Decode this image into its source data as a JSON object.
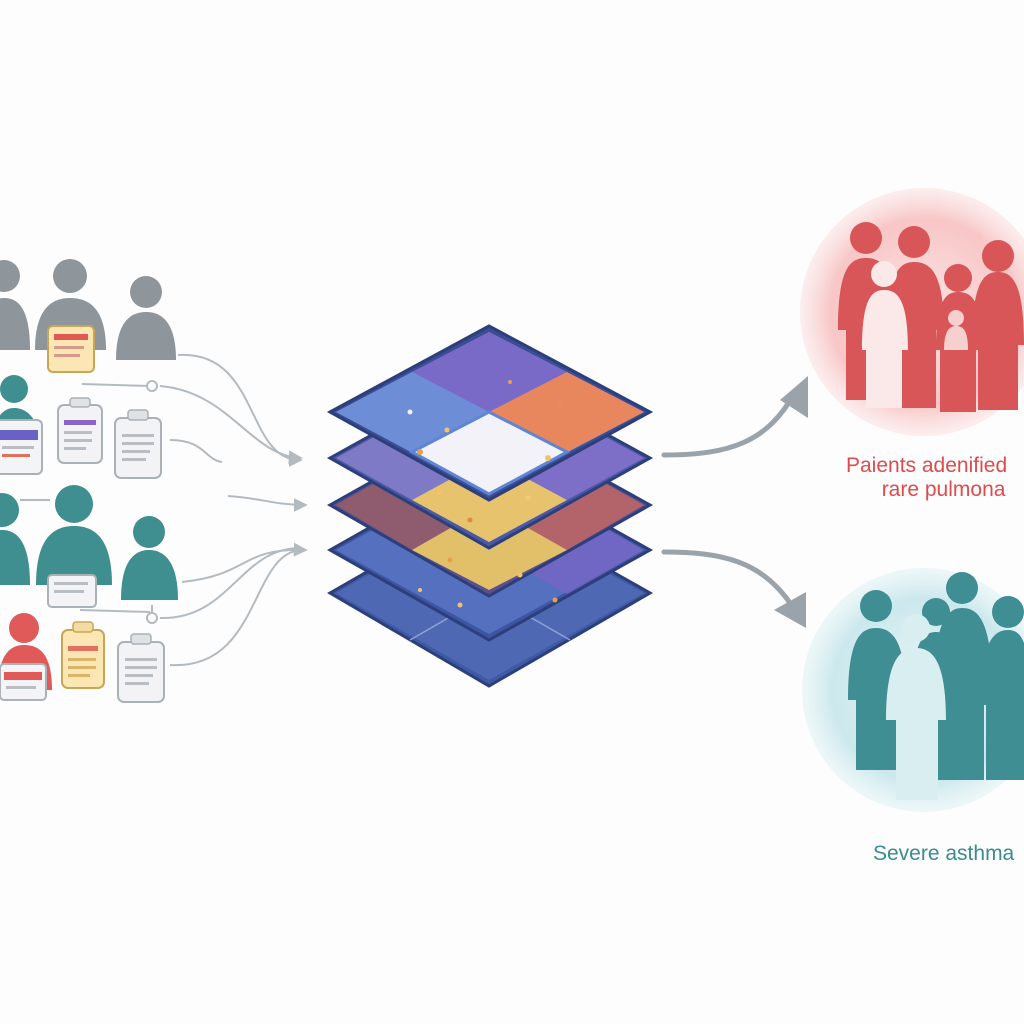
{
  "colors": {
    "background": "#fdfdfd",
    "gray_person": "#8e969c",
    "teal_person": "#3f8f91",
    "red_person": "#e05a5a",
    "arrow": "#9aa3aa",
    "layer_blue": "#6b83c9",
    "layer_purple": "#7b70c2",
    "layer_orange": "#e88a5e",
    "layer_yellow": "#e6bf64",
    "red_group": "#d85558",
    "red_group_bg": "#f9c9c9",
    "teal_group": "#3f8e93",
    "teal_group_bg": "#cde9ee",
    "red_text": "#dc4b4e",
    "teal_text": "#3b8b90"
  },
  "outputs": {
    "rare_pulmonary": {
      "line1": "Paients adenified",
      "line2": "rare pulmona"
    },
    "severe_asthma": {
      "label": "Severe asthma"
    }
  },
  "icons": {
    "patient": "person-icon",
    "record": "medical-record-icon",
    "model": "stacked-layers-icon",
    "arrow": "curved-arrow-icon"
  }
}
